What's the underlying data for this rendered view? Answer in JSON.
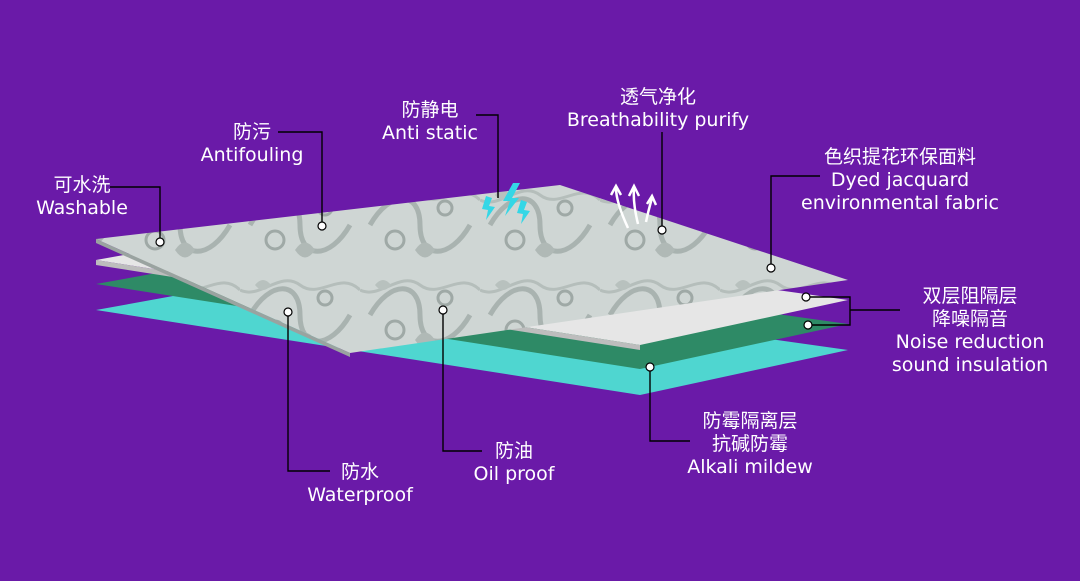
{
  "colors": {
    "background": "#6a1aa8",
    "fabric_top": "#cdd4d2",
    "white_layer": "#e8e8e8",
    "green_layer": "#2e8a66",
    "cyan_layer": "#4fd6d0",
    "lightning": "#34d7e6"
  },
  "labels": {
    "washable": {
      "cn": "可水洗",
      "en": "Washable"
    },
    "antifouling": {
      "cn": "防污",
      "en": "Antifouling"
    },
    "antistatic": {
      "cn": "防静电",
      "en": "Anti static"
    },
    "breathability": {
      "cn": "透气净化",
      "en": "Breathability purify"
    },
    "dyed": {
      "cn": "色织提花环保面料",
      "en1": "Dyed jacquard",
      "en2": "environmental fabric"
    },
    "noise": {
      "cn1": "双层阻隔层",
      "cn2": "降噪隔音",
      "en1": "Noise reduction",
      "en2": "sound insulation"
    },
    "mildew": {
      "cn1": "防霉隔离层",
      "cn2": "抗碱防霉",
      "en": "Alkali mildew"
    },
    "oil": {
      "cn": "防油",
      "en": "Oil proof"
    },
    "water": {
      "cn": "防水",
      "en": "Waterproof"
    }
  }
}
